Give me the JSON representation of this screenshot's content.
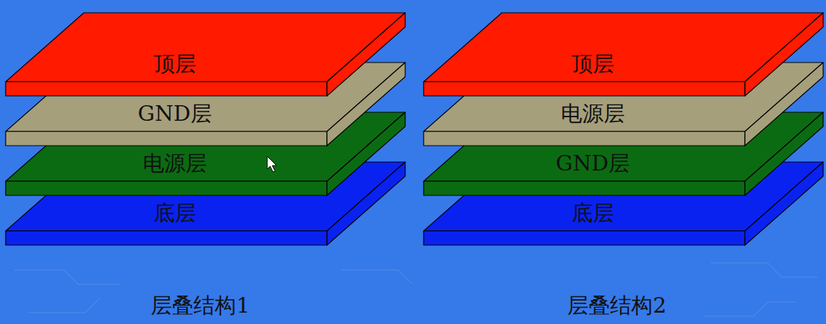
{
  "diagram": {
    "nodes": [
      {
        "text": [
          "顶层"
        ]
      },
      {
        "text": [
          "GND层"
        ]
      },
      {
        "text": [
          "电源层"
        ]
      },
      {
        "text": [
          "底层"
        ]
      },
      {
        "text": [
          "顶层"
        ]
      },
      {
        "text": [
          "电源层"
        ]
      },
      {
        "text": [
          "GND层"
        ]
      },
      {
        "text": [
          "底层"
        ]
      }
    ],
    "labels": [
      "层叠结构1",
      "层叠结构2"
    ]
  }
}
